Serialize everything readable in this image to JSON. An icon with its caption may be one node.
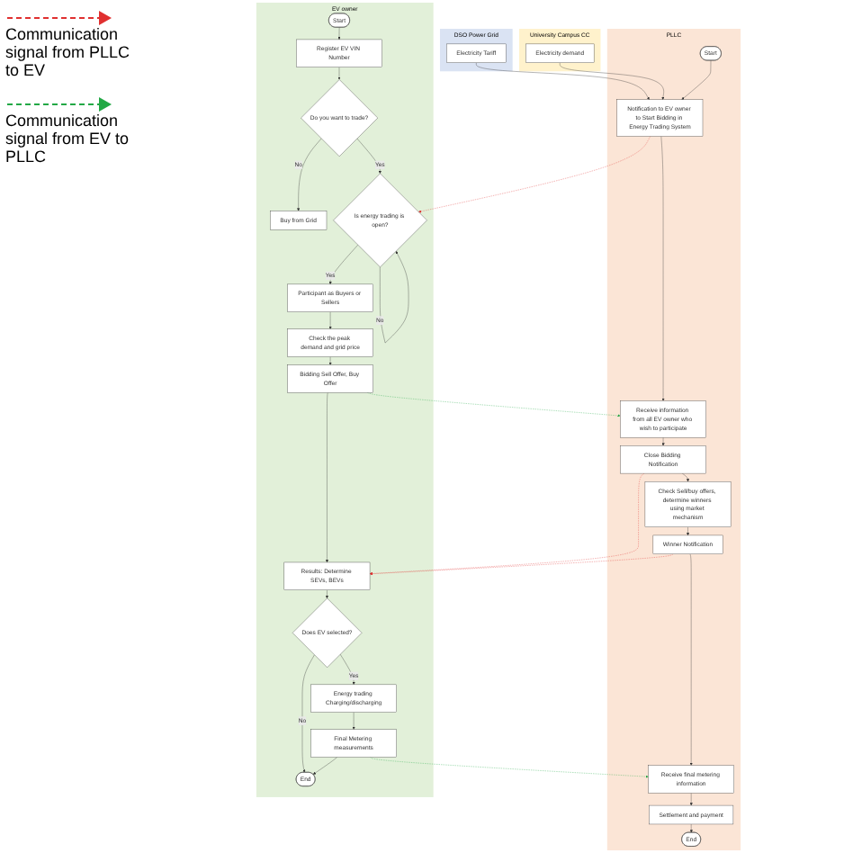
{
  "diagram": {
    "nodes": [
      {
        "text": [
          "DSO Power Grid"
        ]
      },
      {
        "text": [
          "Electricity Tariff"
        ],
        "in": 0
      },
      {
        "text": [
          "University Campus CC"
        ]
      },
      {
        "text": [
          "Electricity demand"
        ],
        "in": 2
      },
      {
        "text": [
          "PLLC"
        ]
      },
      {
        "text": [
          "Start"
        ],
        "in": 4
      },
      {
        "text": [
          "Notification to EV owner to Start Bidding in Energy Trading System"
        ],
        "in": 4
      },
      {
        "text": [
          "Receive information from all EV owner who wish to participate"
        ],
        "in": 4
      },
      {
        "text": [
          "Close Bidding Notification"
        ],
        "in": 4
      },
      {
        "text": [
          "Check Sell/buy offers, determine winners using market mechanism"
        ],
        "in": 4
      },
      {
        "text": [
          "Winner Notification"
        ],
        "in": 4
      },
      {
        "text": [
          "Receive final metering information"
        ],
        "in": 4
      },
      {
        "text": [
          "Settlement and payment"
        ],
        "in": 4
      },
      {
        "text": [
          "End"
        ],
        "in": 4
      },
      {
        "text": [
          "EV owner"
        ]
      },
      {
        "text": [
          "Start"
        ],
        "in": 14
      },
      {
        "text": [
          "Register EV VIN Number"
        ],
        "in": 14
      },
      {
        "text": [
          "Do you want to trade?"
        ],
        "in": 14
      },
      {
        "text": [
          "Buy from Grid"
        ],
        "in": 14
      },
      {
        "text": [
          "Is energy trading is open?"
        ],
        "in": 14
      },
      {
        "text": [
          "Participant as Buyers or Sellers"
        ],
        "in": 14
      },
      {
        "text": [
          "Check the peak demand and grid price"
        ],
        "in": 14
      },
      {
        "text": [
          "Bidding Sell Offer, Buy Offer"
        ],
        "in": 14
      },
      {
        "text": [
          "Results: Determine SEVs, BEVs"
        ],
        "in": 14
      },
      {
        "text": [
          "Does EV selected?"
        ],
        "in": 14
      },
      {
        "text": [
          "End"
        ],
        "in": 14
      },
      {
        "text": [
          "Final Metering measurements"
        ],
        "in": 14
      },
      {
        "text": [
          "Energy trading Charging/discharging"
        ],
        "in": 14
      }
    ],
    "edges": [
      {
        "from": 1,
        "to": 6,
        "arrow": "to"
      },
      {
        "from": 3,
        "to": 6,
        "arrow": "to"
      },
      {
        "from": 5,
        "to": 6,
        "arrow": "to"
      },
      {
        "from": 6,
        "to": 7,
        "arrow": "to"
      },
      {
        "from": 7,
        "to": 8,
        "arrow": "to"
      },
      {
        "from": 8,
        "to": 9,
        "arrow": "to"
      },
      {
        "from": 9,
        "to": 10,
        "arrow": "to"
      },
      {
        "from": 10,
        "to": 11,
        "arrow": "to"
      },
      {
        "from": 11,
        "to": 12,
        "arrow": "to"
      },
      {
        "from": 12,
        "to": 13,
        "arrow": "to"
      },
      {
        "from": 15,
        "to": 16,
        "arrow": "to"
      },
      {
        "from": 16,
        "to": 17,
        "arrow": "to"
      },
      {
        "from": 17,
        "to": 18,
        "arrow": "to",
        "label": "No"
      },
      {
        "from": 17,
        "to": 19,
        "arrow": "to",
        "label": "Yes"
      },
      {
        "from": 19,
        "to": 19,
        "arrow": "to",
        "label": "No"
      },
      {
        "from": 19,
        "to": 20,
        "arrow": "to",
        "label": "Yes"
      },
      {
        "from": 20,
        "to": 21,
        "arrow": "to"
      },
      {
        "from": 21,
        "to": 22,
        "arrow": "to"
      },
      {
        "from": 22,
        "to": 23,
        "arrow": "to"
      },
      {
        "from": 23,
        "to": 24,
        "arrow": "to"
      },
      {
        "from": 24,
        "to": 25,
        "arrow": "to",
        "label": "No"
      },
      {
        "from": 24,
        "to": 27,
        "arrow": "to",
        "label": "Yes"
      },
      {
        "from": 27,
        "to": 26,
        "arrow": "to"
      },
      {
        "from": 26,
        "to": 25,
        "arrow": "to"
      },
      {
        "from": 6,
        "to": 19,
        "arrow": "to",
        "style": "dashed",
        "color": "#e03030"
      },
      {
        "from": 22,
        "to": 7,
        "arrow": "to",
        "style": "dashed",
        "color": "#22a845"
      },
      {
        "from": 8,
        "to": 23,
        "arrow": "to",
        "style": "dashed",
        "color": "#e03030"
      },
      {
        "from": 10,
        "to": 23,
        "arrow": "to",
        "style": "dashed",
        "color": "#e03030"
      },
      {
        "from": 26,
        "to": 11,
        "arrow": "to",
        "style": "dashed",
        "color": "#22a845"
      }
    ],
    "legend": [
      {
        "text": "Communication signal from PLLC to EV"
      },
      {
        "text": "Communication signal from EV to PLLC"
      }
    ]
  }
}
